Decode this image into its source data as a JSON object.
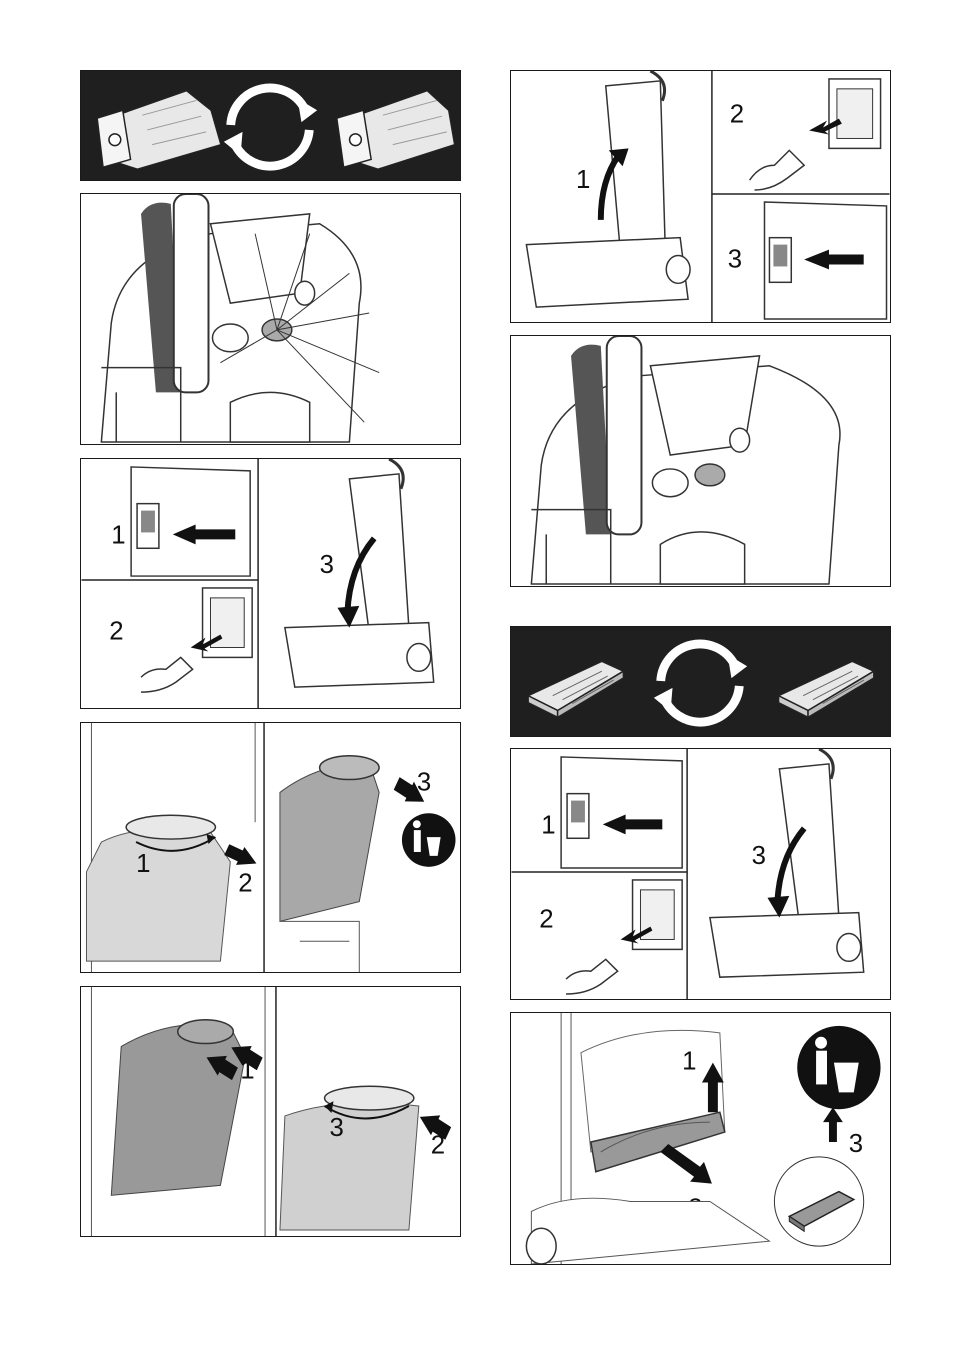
{
  "left_column": {
    "bag_swap_banner": {
      "icons": [
        "filter-bag-icon",
        "exchange-cycle-icon",
        "filter-bag-icon"
      ]
    },
    "bag_indicator": {
      "icons": [
        "bag-full-indicator-icon"
      ]
    },
    "switch_off_unplug": {
      "step1": "1",
      "step2": "2",
      "step3": "3"
    },
    "remove_bag": {
      "step1": "1",
      "step2": "2",
      "step3": "3",
      "icons": [
        "trash-bin-icon"
      ]
    },
    "insert_bag": {
      "step1": "1",
      "step2": "2",
      "step3": "3"
    }
  },
  "right_column": {
    "tilt_unplug_switch": {
      "step1": "1",
      "step2": "2",
      "step3": "3"
    },
    "indicator_check": {
      "icons": [
        "bag-indicator-icon"
      ]
    },
    "filter_swap_banner": {
      "icons": [
        "motor-filter-icon",
        "exchange-cycle-icon",
        "motor-filter-icon"
      ]
    },
    "switch_off_unplug_2": {
      "step1": "1",
      "step2": "2",
      "step3": "3"
    },
    "remove_filter": {
      "step1": "1",
      "step2": "2",
      "step3": "3",
      "icons": [
        "trash-bin-icon"
      ]
    }
  }
}
